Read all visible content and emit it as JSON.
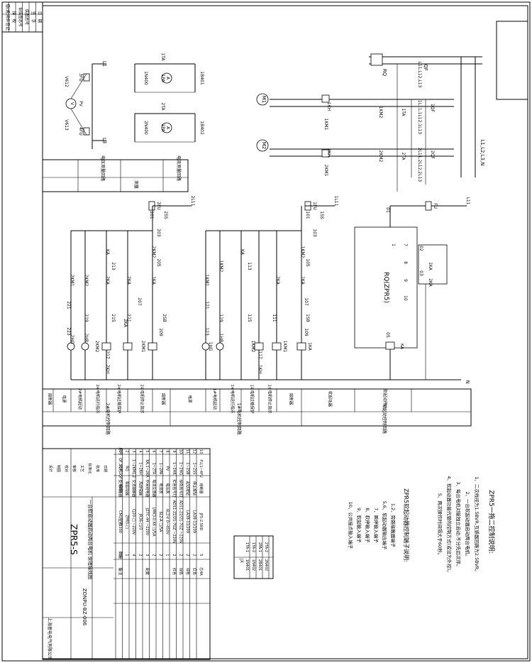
{
  "sheet": {
    "titles": {
      "main": "ZPR5-S",
      "desc": "一台软启动器启动两台电机 原理接线图",
      "drawing_no": "ZONPU-BZ-006",
      "company": "上海普电电气有限公司"
    },
    "left_strip": [
      "借(通)用件登记",
      "描　校",
      "旧底图总号",
      "底图总号",
      "签　字",
      "日　期"
    ]
  },
  "measure": {
    "labels": {
      "L1": "L1",
      "L3": "L3",
      "fu3": "3FU",
      "fu4": "4FU",
      "pv": "PV",
      "v612": "V612",
      "v613": "V613",
      "ta1": "1TA",
      "pa1": "1PA",
      "ta2": "2TA",
      "pa2": "2PA",
      "n1": "1N400",
      "n2": "2N400",
      "b1": "1B401",
      "b2": "1B402",
      "ammeter": "A",
      "voltmeter": "V"
    },
    "table_heads": [
      "电压测量回路",
      "电流测量回路"
    ],
    "table_foot": "测量"
  },
  "main": {
    "labels": {
      "qf": "QF",
      "rq": "RQ",
      "bus1": "L11,L12,L13",
      "m1": "M1",
      "m2": "M2",
      "kh1": "1KH",
      "kh2": "2KH",
      "km1_1": "1KM1",
      "km1_2": "1KM2",
      "km2_1": "2KM1",
      "km2_2": "2KM2",
      "ta1": "1TA",
      "ta2": "2TA",
      "qf1": "1QF",
      "qf2": "2QF",
      "bus2": "1L11,1L12,1L13",
      "bus3": "2L11,2L12,2L13",
      "bus0": "L1,L2,L3,N"
    }
  },
  "control": {
    "top_labels": {
      "l11a": "2L11",
      "l11b": "1L11",
      "l11c": "L11",
      "fu2": "2FU",
      "fu1": "1FU",
      "fu": "FU",
      "n201": "201",
      "n101": "101",
      "n01": "01",
      "ss2": "2SS",
      "ss1": "1SS",
      "n203": "203",
      "n103": "103",
      "n_1": "1"
    },
    "ctrl2": [
      "2KM1",
      "2KM2",
      "KA",
      "2KM2",
      "1KA",
      "2KA",
      "2KA",
      "221",
      "219",
      "213",
      "215",
      "211",
      "207",
      "205",
      "2SB",
      "223",
      "2HR",
      "2HG",
      "2KH",
      "2KM1",
      "2KA",
      "2KM2",
      "217",
      "209"
    ],
    "ctrl1": [
      "1KM1",
      "1KM2",
      "KA",
      "1KM2",
      "1KA",
      "2KA",
      "121",
      "119",
      "113",
      "115",
      "111",
      "107",
      "105",
      "1SB",
      "123",
      "1HR",
      "1HG",
      "1KH",
      "1KM1",
      "1KA",
      "1KM2",
      "117",
      "109"
    ],
    "soft": {
      "rq": "RQ(ZPR5)",
      "t7": "7",
      "t8": "8",
      "t9": "9",
      "t10": "10",
      "t1": "1",
      "n02": "02",
      "n03": "03",
      "n05": "05",
      "ka": "KA",
      "ka1": "1KA",
      "ka2": "2KA",
      "n": "N"
    }
  },
  "func_table": {
    "row_top": [
      "熔断器",
      "电源",
      "2#电机起动",
      "2#电机运行指示",
      "2#电机过载保护",
      "2#电机停止指示",
      "熔断器",
      "电源",
      "1#电机起动",
      "1#电机运行指示",
      "1#电机过载保护",
      "1#电机停止指示",
      "熔断器",
      "软起动器",
      "软起动停止"
    ],
    "row_bottom": [
      "2#电机控制回路",
      "1#电机控制回路",
      "软起动控制回路"
    ]
  },
  "notes": {
    "title": "ZPR5一拖二控制说明:",
    "items": [
      "1、二次线径为1.5BVR,互感器回路为2.5BVR。",
      "2、一台软起动器启动两台电机。",
      "3、每台电机对能独立启动,不分先后次序。",
      "4、软起动器功能代替的控制方式(或设为外控)。",
      "5、两次操作时间隔大于60秒。"
    ],
    "terminal_title": "ZPR5软起动器控制端子说明:",
    "terminal_items": [
      "1,2、旁路接触器端子",
      "5,6、软起动器输出端子",
      "7、瞬停输入端子",
      "8、软停输入端子",
      "9、软起输入端子",
      "10、公共接点输入端子"
    ]
  },
  "jx_table": {
    "head": "JX",
    "rows": [
      [
        "1TA-1",
        "1N401"
      ],
      [
        "1TA-2",
        "1N402"
      ],
      [
        "2PA-1",
        "2B401"
      ],
      [
        "2TA-2",
        "2N402"
      ]
    ]
  },
  "bom": {
    "header": [
      "序号",
      "代号",
      "名称",
      "型号",
      "数量",
      "备注"
    ],
    "rows": [
      [
        "13",
        "FU,1~4FU",
        "熔断器",
        "JF5-2.5RD",
        "5",
        "芯4A"
      ],
      [
        "12",
        "1~2SS",
        "停止按钮",
        "LA38-11/209",
        "2",
        "红色"
      ],
      [
        "11",
        "1~2SB",
        "起动按钮",
        "LA38-11/209",
        "2",
        "绿色"
      ],
      [
        "10",
        "1~2HG",
        "绿色信号灯",
        "AD11-22/21-7GZ ~220V",
        "2",
        "绿色"
      ],
      [
        "9",
        "1~2HR",
        "红色信号灯",
        "AD11-22/21-7GZ ~220V",
        "2",
        "红色"
      ],
      [
        "8",
        "PV",
        "电压表",
        "6L2-V 0~450V",
        "1",
        ""
      ],
      [
        "7",
        "1~2PA",
        "电流表",
        "6L2-A □/5A",
        "2",
        ""
      ],
      [
        "6",
        "1~2TA",
        "电流互感器",
        "LMK3-0.66 □/5A",
        "2",
        ""
      ],
      [
        "5",
        "KA,1~2KA",
        "中间继电器",
        "JZ7C-44 ~220V",
        "3",
        "配套"
      ],
      [
        "4",
        "1~2KH",
        "热继电器",
        "JR36-□/3",
        "2",
        ""
      ],
      [
        "3",
        "1~2KM1,2",
        "交流接触器",
        "CJ20-□ ~220V",
        "4",
        ""
      ],
      [
        "2",
        "RQ",
        "软起动器",
        "ZPR5-□",
        "1",
        ""
      ],
      [
        "1",
        "QF,1QF,2QF",
        "塑壳断路器",
        "CM1-□/3300",
        "3",
        ""
      ]
    ],
    "sign": [
      "设计",
      "制图",
      "校对",
      "审核",
      "工艺",
      "标准化",
      "批准",
      "日期"
    ]
  }
}
